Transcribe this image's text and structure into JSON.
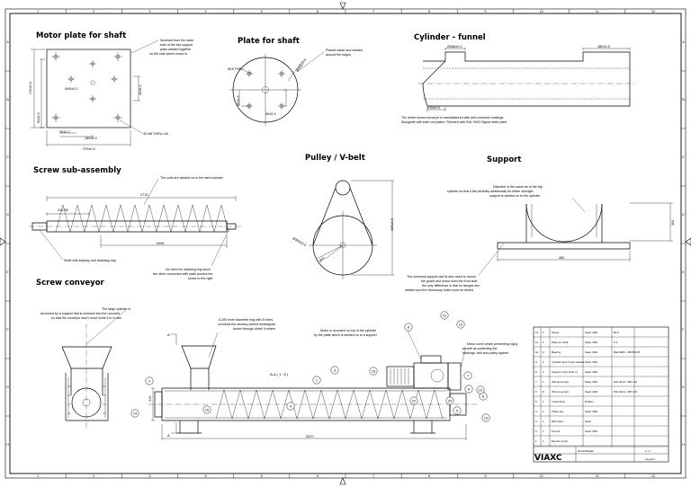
{
  "sheet": {
    "column_numbers": [
      "1",
      "2",
      "3",
      "4",
      "5",
      "6",
      "7",
      "8",
      "9",
      "10",
      "11",
      "12"
    ],
    "row_letters": [
      "A",
      "B",
      "C",
      "D",
      "E",
      "F",
      "G",
      "H"
    ]
  },
  "views": {
    "motor_plate": {
      "title": "Motor plate for shaft",
      "note": [
        "Screwed from the outer",
        "side of the two support",
        "parts welded together",
        "on the side where motor is"
      ],
      "hole_note": "4X M8 THRU x16",
      "dims": {
        "height_outer": "170±0.3",
        "height_inner": "94±0.3",
        "center": "Ø45±0.2",
        "right": "40±0.2",
        "left_low": "70±0.2",
        "bottom_small": "30±0.2",
        "bottom_mid": "180±0.2",
        "bottom_total": "270±0.5"
      }
    },
    "shaft_plate": {
      "title": "Plate for shaft",
      "note": [
        "Placed inside and welded",
        "around the edges"
      ],
      "hole_note": "Ø16 THRU",
      "dims": {
        "diameter": "Ø265±0.5",
        "d1": "50±0.5",
        "d2": "30±0.5"
      }
    },
    "cylinder_funnel": {
      "title": "Cylinder - funnel",
      "dims": {
        "top_left": "Ø268±0.2",
        "top_right": "380±0.5",
        "left_low": "215±0.5"
      },
      "note": [
        "The entire screw conveyor is manufactured with anti-corrosion coatings.",
        "Alongside with bath coil plates. Finished with RAL 9003 Signal white paint."
      ]
    },
    "screw": {
      "title": "Screw sub-assembly",
      "note_coils": "The coils are welded on to the steel cylinder",
      "note_shaft": "Shaft with keyway and retaining ring",
      "note_ring": [
        "No need for retaining ring since",
        "the other connected with plate pushes the",
        "screw to the right"
      ],
      "dims": {
        "top": "2715",
        "left": "410.35",
        "bottom": "2094"
      }
    },
    "pulley": {
      "title": "Pulley / V-belt",
      "dims": {
        "height": "305±0.5",
        "large": "Ø300±0.5",
        "small": "Ø50"
      }
    },
    "support": {
      "title": "Support",
      "note": [
        "Diameter is the same as of the big",
        "cylinder so that it fits perfectly additionally for better strength",
        "support is welded on to the cylinder"
      ],
      "note_bottom": [
        "The universal support part is also used to mount",
        "the guard and motor from the front side;",
        "the only difference is that no flanges are",
        "welded and the necessary holes must be drilled."
      ],
      "dims": {
        "height": "304",
        "width": "462"
      }
    },
    "conveyor": {
      "title": "Screw conveyor",
      "note_left": [
        "The large cylinder is",
        "anchored by a support that is screwed into the concrete",
        "so that the conveyor won't move while it is in use."
      ],
      "note_ring": [
        "A 300 inner diameter ring with 8 holes",
        "connects the already-owned rectangular",
        "funnel through which it enters."
      ],
      "note_motor": [
        "Motor is mounted on top of the cylinder",
        "by the plate which is welded on to a support"
      ],
      "note_cover": [
        "Motor cover which preventing injury",
        "as well as protecting the",
        "bearings, belt and pulley system"
      ],
      "section_label": "A-A ( 1 : 8 )",
      "section_mark": "A",
      "dims": {
        "height": "410",
        "length": "2670"
      },
      "balloons": [
        "1",
        "2",
        "3",
        "4",
        "5",
        "6",
        "7",
        "8",
        "9",
        "10",
        "11",
        "12",
        "13",
        "14",
        "15",
        "16",
        "22",
        "23"
      ]
    }
  },
  "title_block": {
    "rows": [
      [
        "12",
        "1",
        "Screw",
        "Steel, Mild",
        "52.2"
      ],
      [
        "11",
        "1",
        "Plate for shaft",
        "Steel, Mild",
        "2.1"
      ],
      [
        "10",
        "2",
        "Bearing",
        "Steel, Mild",
        "Ball-6205 - 25X52X15"
      ],
      [
        "9",
        "1",
        "Cylinder and 3 bars welded",
        "Steel, Mild",
        ""
      ],
      [
        "8",
        "1",
        "Support (only short 1)",
        "Steel, Mild",
        ""
      ],
      [
        "7",
        "1",
        "ISO Hexa bolt",
        "Steel, Mild",
        "ISO 4014 - M8 x 40"
      ],
      [
        "6",
        "8",
        "ISO Hexa bolt",
        "Steel, Mild",
        "ISO 4014 - M8 x 25"
      ],
      [
        "5",
        "1",
        "V-belt drive",
        "Rubber",
        ""
      ],
      [
        "4",
        "1",
        "Pulley big",
        "Steel, Mild",
        ""
      ],
      [
        "3",
        "1",
        "Mild steel",
        "Steel",
        ""
      ],
      [
        "2",
        "1",
        "Funnel",
        "Steel, Mild",
        ""
      ],
      [
        "1",
        "1",
        "Electric motor",
        "",
        ""
      ]
    ],
    "company": "VIAXC",
    "author": "Hinvic/Radek",
    "sheet_name": "Layout 1",
    "sheet": "1 / 1"
  }
}
